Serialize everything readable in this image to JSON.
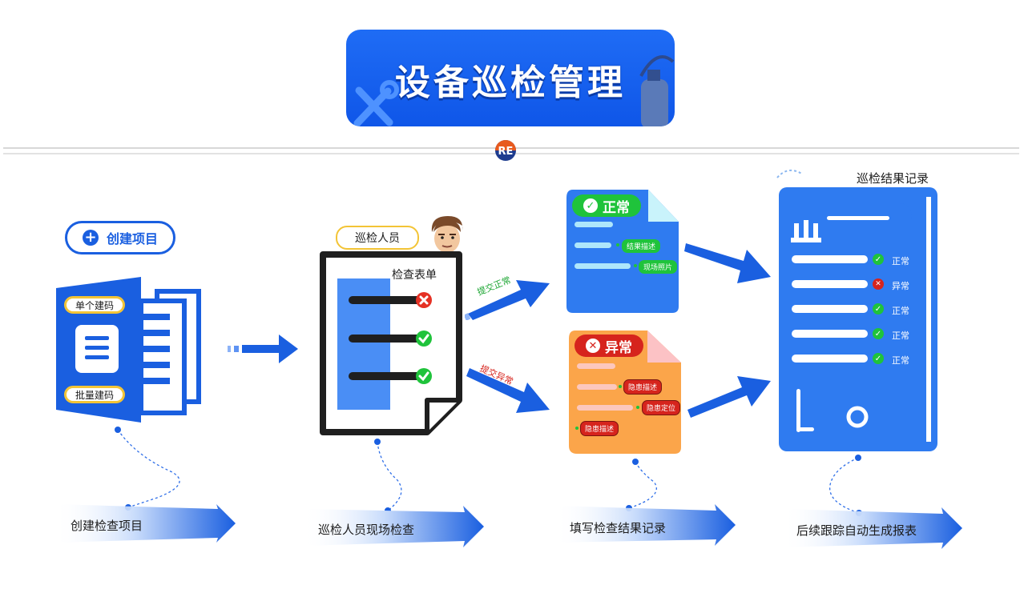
{
  "title": "设备巡检管理",
  "create_project": {
    "label": "创建项目",
    "single_code": "单个建码",
    "batch_code": "批量建码"
  },
  "inspector": {
    "label": "巡检人员",
    "form_title": "检查表单",
    "submit_normal": "提交正常",
    "submit_abnormal": "提交异常"
  },
  "normal_card": {
    "title": "正常",
    "tags": [
      "结果描述",
      "现场照片"
    ]
  },
  "abnormal_card": {
    "title": "异常",
    "tags": [
      "隐患描述",
      "隐患定位",
      "隐患描述"
    ]
  },
  "record": {
    "title": "巡检结果记录",
    "rows": [
      {
        "status": "正常",
        "ok": true
      },
      {
        "status": "异常",
        "ok": false
      },
      {
        "status": "正常",
        "ok": true
      },
      {
        "status": "正常",
        "ok": true
      },
      {
        "status": "正常",
        "ok": true
      }
    ]
  },
  "steps": [
    "创建检查项目",
    "巡检人员现场检查",
    "填写检查结果记录",
    "后续跟踪自动生成报表"
  ],
  "colors": {
    "primary": "#1a5fe0",
    "accent_blue": "#2f7bf0",
    "normal_green": "#1fc33b",
    "abnormal_red": "#d6241d",
    "abnormal_orange": "#fba54a"
  }
}
